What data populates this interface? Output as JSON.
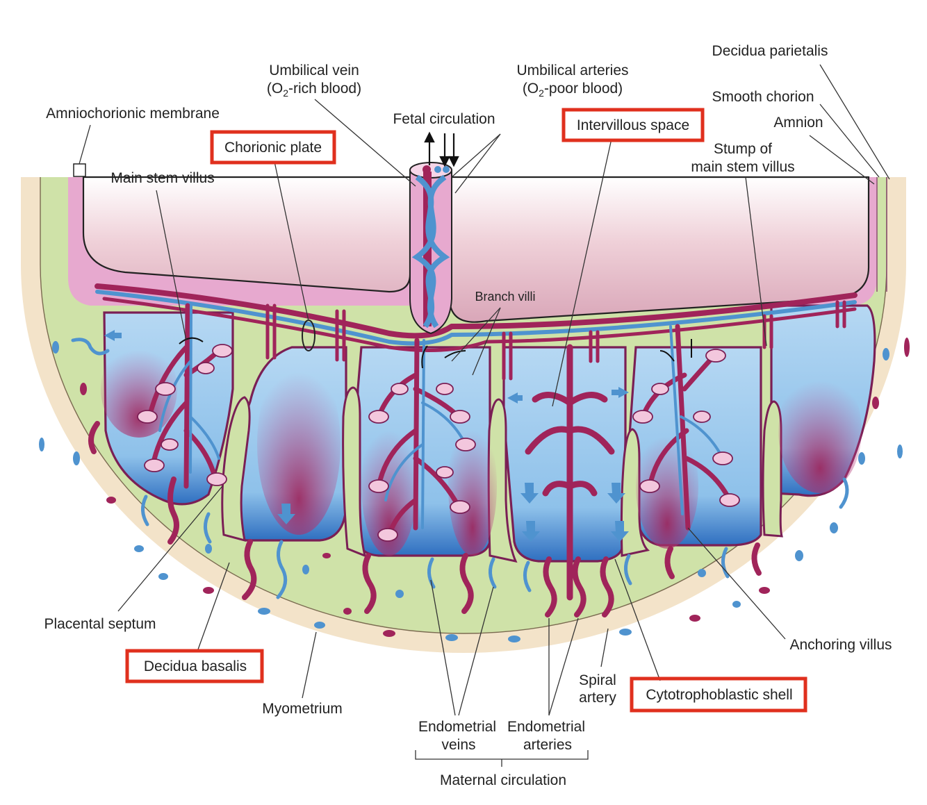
{
  "colors": {
    "highlight": "#e0301e",
    "artery": "#a0245a",
    "vein": "#4f93cf",
    "intervillous": "#8ec1ea",
    "chorion": "#e7a9cf",
    "decidua": "#cfe2a8",
    "myometrium": "#f3e3c9",
    "amniotic": "#efd4dc"
  },
  "labels": {
    "decidua_parietalis": "Decidua parietalis",
    "umbilical_vein_1": "Umbilical vein",
    "umbilical_vein_2a": "(O",
    "umbilical_vein_2sub": "2",
    "umbilical_vein_2b": "-rich blood)",
    "umbilical_arteries_1": "Umbilical arteries",
    "umbilical_arteries_2a": "(O",
    "umbilical_arteries_2sub": "2",
    "umbilical_arteries_2b": "-poor blood)",
    "smooth_chorion": "Smooth chorion",
    "amniochorionic_membrane": "Amniochorionic membrane",
    "fetal_circulation": "Fetal circulation",
    "intervillous_space": "Intervillous space",
    "amnion": "Amnion",
    "chorionic_plate": "Chorionic plate",
    "stump_1": "Stump of",
    "stump_2": "main stem villus",
    "main_stem_villus": "Main stem villus",
    "branch_villi": "Branch villi",
    "placental_septum": "Placental septum",
    "anchoring_villus": "Anchoring villus",
    "decidua_basalis": "Decidua basalis",
    "spiral_artery_1": "Spiral",
    "spiral_artery_2": "artery",
    "cytotrophoblastic_shell": "Cytotrophoblastic shell",
    "myometrium": "Myometrium",
    "endometrial_veins_1": "Endometrial",
    "endometrial_veins_2": "veins",
    "endometrial_arteries_1": "Endometrial",
    "endometrial_arteries_2": "arteries",
    "maternal_circulation": "Maternal circulation"
  }
}
